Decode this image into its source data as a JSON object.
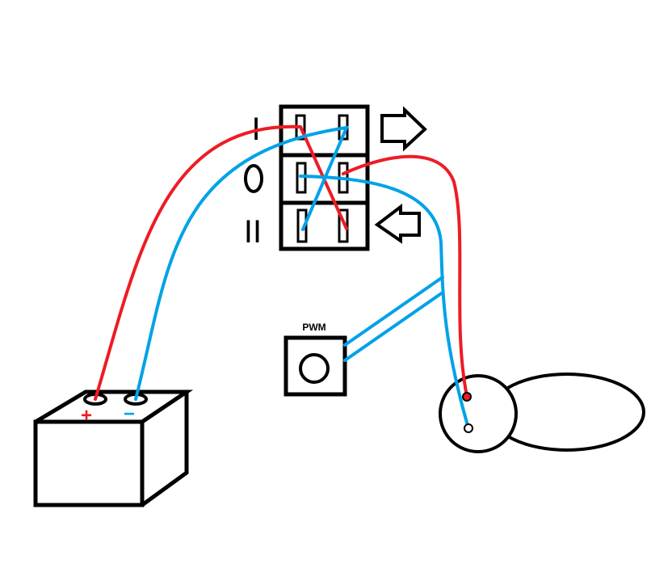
{
  "labels": {
    "position_on": "I",
    "position_off": "O",
    "position_two": "II",
    "pwm": "PWM",
    "battery_plus": "+",
    "battery_minus": "−"
  },
  "colors": {
    "positive_wire": "#ed1c24",
    "negative_wire": "#00a2e8",
    "outline": "#000000"
  }
}
